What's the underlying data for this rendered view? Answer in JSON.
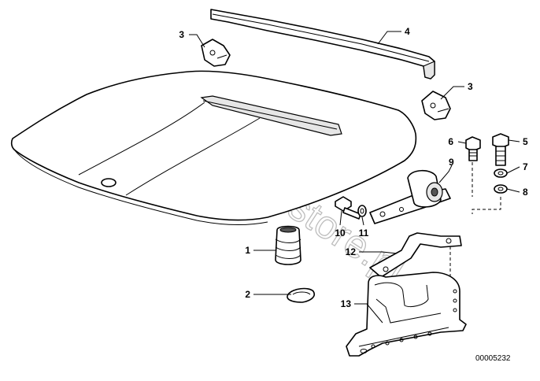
{
  "callouts": {
    "c1": "1",
    "c2": "2",
    "c3a": "3",
    "c3b": "3",
    "c4": "4",
    "c5": "5",
    "c6": "6",
    "c7": "7",
    "c8": "8",
    "c9": "9",
    "c10": "10",
    "c11": "11",
    "c12": "12",
    "c13": "13"
  },
  "drawing_code": "00005232",
  "watermark": "www.BMWstore.pl",
  "colors": {
    "line": "#000000",
    "watermark": "#bdbdbd",
    "background": "#ffffff"
  }
}
